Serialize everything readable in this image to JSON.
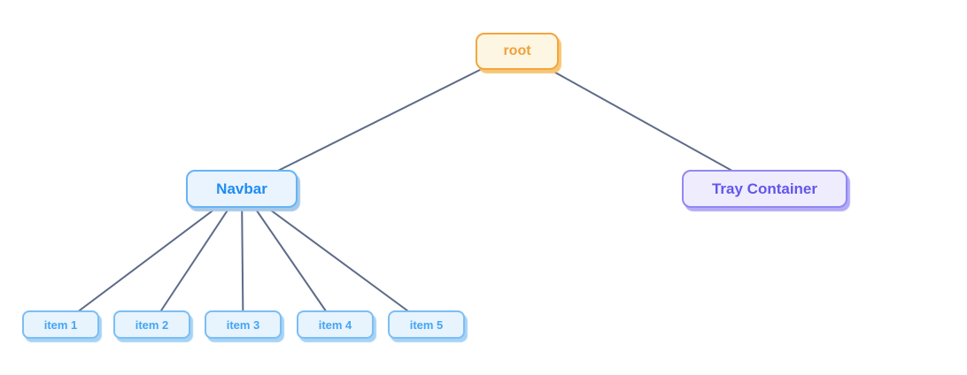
{
  "diagram": {
    "type": "tree",
    "edge_color": "#5d6b88",
    "edge_width": 2,
    "nodes": {
      "root": {
        "label": "root",
        "fill": "#fdf6e2",
        "border": "#f2a63e",
        "text": "#f0a23a",
        "shadow": "#f7c675"
      },
      "navbar": {
        "label": "Navbar",
        "fill": "#e9f4fe",
        "border": "#66b4f5",
        "text": "#1f8cf2",
        "shadow": "#a6c9e9"
      },
      "tray": {
        "label": "Tray Container",
        "fill": "#efecfe",
        "border": "#9188f3",
        "text": "#6356eb",
        "shadow": "#b3abf7"
      },
      "item1": {
        "label": "item 1",
        "fill": "#e7f3fd",
        "border": "#7cbef5",
        "text": "#44a5f5",
        "shadow": "#a6d3f5"
      },
      "item2": {
        "label": "item 2",
        "fill": "#e7f3fd",
        "border": "#7cbef5",
        "text": "#44a5f5",
        "shadow": "#a6d3f5"
      },
      "item3": {
        "label": "item 3",
        "fill": "#e7f3fd",
        "border": "#7cbef5",
        "text": "#44a5f5",
        "shadow": "#a6d3f5"
      },
      "item4": {
        "label": "item 4",
        "fill": "#e7f3fd",
        "border": "#7cbef5",
        "text": "#44a5f5",
        "shadow": "#a6d3f5"
      },
      "item5": {
        "label": "item 5",
        "fill": "#e7f3fd",
        "border": "#7cbef5",
        "text": "#44a5f5",
        "shadow": "#a6d3f5"
      }
    },
    "edges": [
      [
        "root",
        "navbar"
      ],
      [
        "root",
        "tray"
      ],
      [
        "navbar",
        "item1"
      ],
      [
        "navbar",
        "item2"
      ],
      [
        "navbar",
        "item3"
      ],
      [
        "navbar",
        "item4"
      ],
      [
        "navbar",
        "item5"
      ]
    ]
  }
}
